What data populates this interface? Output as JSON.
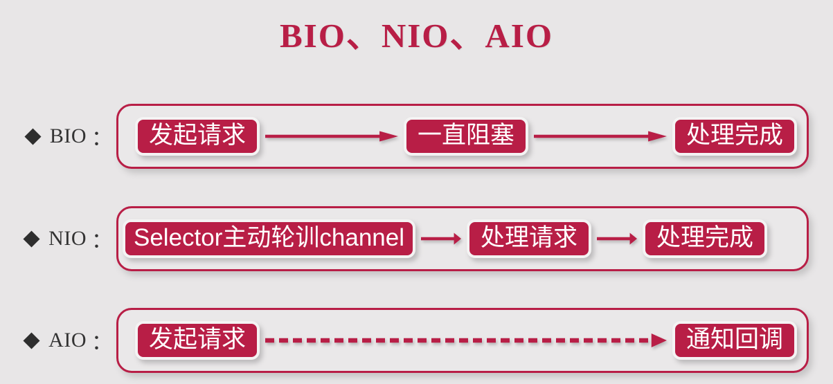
{
  "title": "BIO、NIO、AIO",
  "colors": {
    "accent": "#b81e46",
    "background": "#e8e6e7",
    "chip_text": "#ffffff",
    "label_text": "#333333",
    "bullet": "#2e2e2e"
  },
  "rows": [
    {
      "id": "bio",
      "label": "BIO",
      "colon": "：",
      "bullet_icon": "diamond-bullet-icon",
      "arrow_style": "solid",
      "nodes": [
        {
          "text": "发起请求"
        },
        {
          "text": "一直阻塞"
        },
        {
          "text": "处理完成"
        }
      ]
    },
    {
      "id": "nio",
      "label": "NIO",
      "colon": "：",
      "bullet_icon": "diamond-bullet-icon",
      "arrow_style": "solid",
      "nodes": [
        {
          "text": "Selector主动轮训channel"
        },
        {
          "text": "处理请求"
        },
        {
          "text": "处理完成"
        }
      ]
    },
    {
      "id": "aio",
      "label": "AIO",
      "colon": "：",
      "bullet_icon": "diamond-bullet-icon",
      "arrow_style": "dashed",
      "nodes": [
        {
          "text": "发起请求"
        },
        {
          "text": "通知回调"
        }
      ]
    }
  ]
}
